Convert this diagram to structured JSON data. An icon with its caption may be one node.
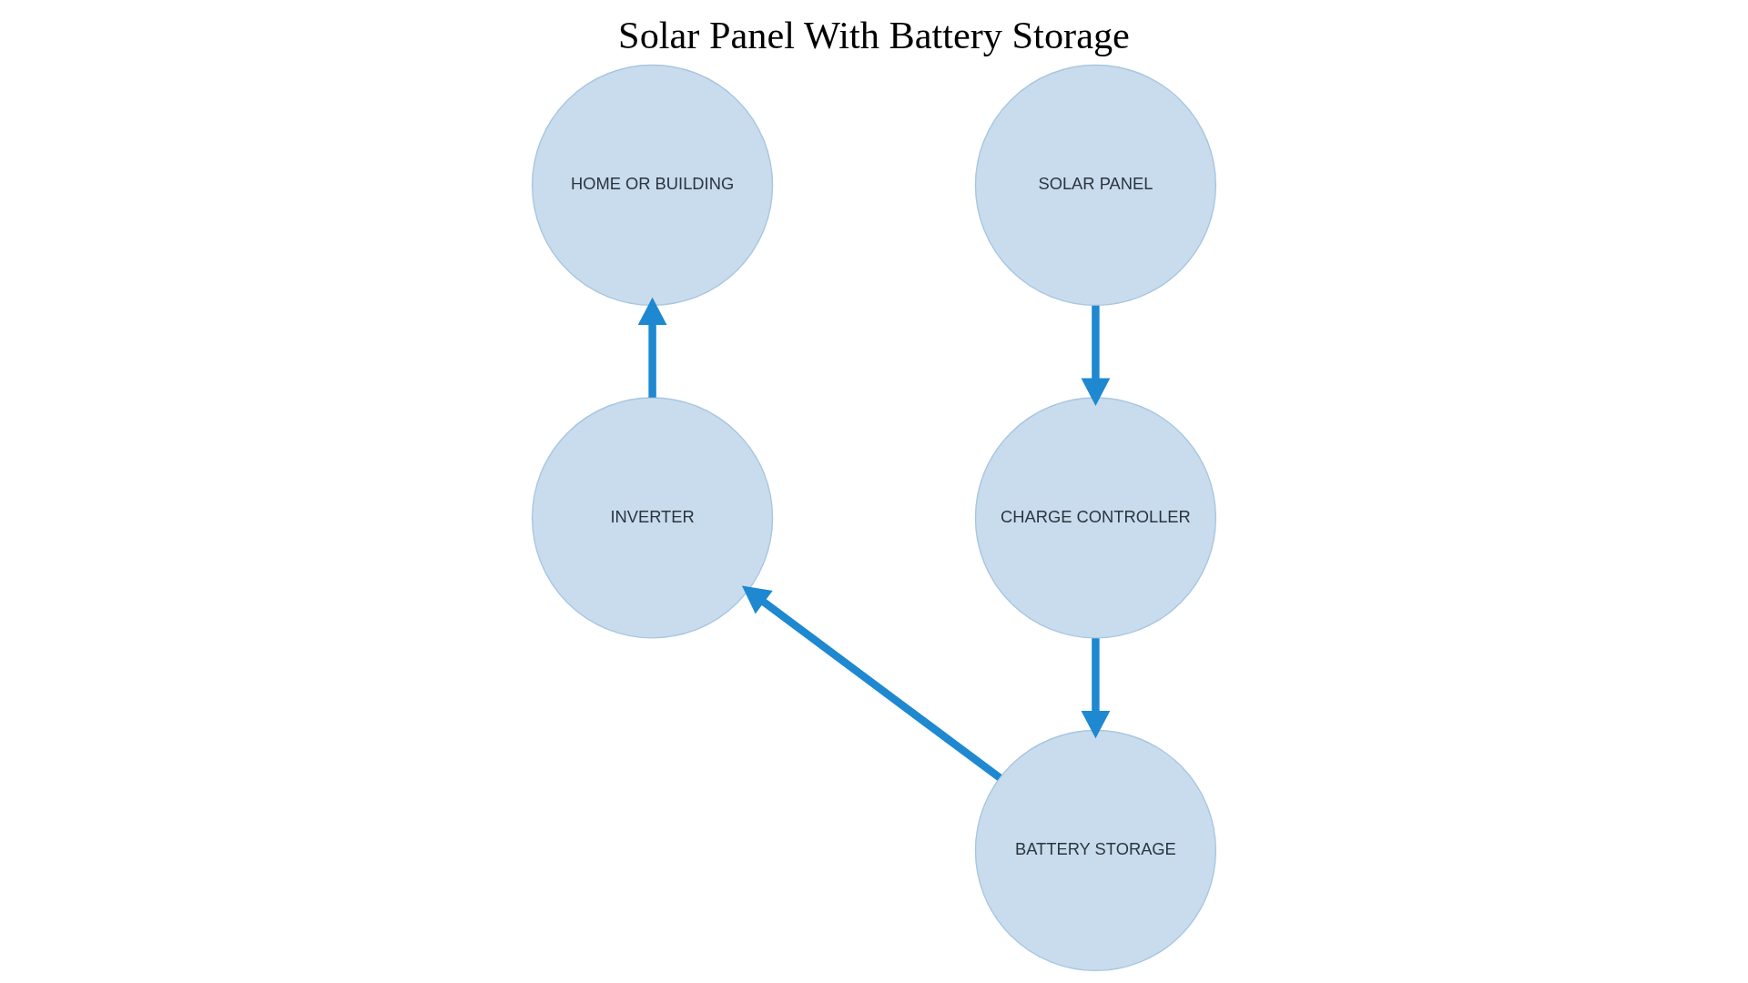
{
  "diagram": {
    "title": "Solar Panel With Battery Storage",
    "nodes": [
      {
        "text": [
          "HOME OR BUILDING"
        ]
      },
      {
        "text": [
          "SOLAR PANEL"
        ]
      },
      {
        "text": [
          "INVERTER"
        ]
      },
      {
        "text": [
          "CHARGE CONTROLLER"
        ]
      },
      {
        "text": [
          "BATTERY STORAGE"
        ]
      }
    ],
    "edges": [
      {
        "from": 1,
        "to": 3,
        "arrow": "to"
      },
      {
        "from": 3,
        "to": 4,
        "arrow": "to"
      },
      {
        "from": 4,
        "to": 2,
        "arrow": "to"
      },
      {
        "from": 2,
        "to": 0,
        "arrow": "to"
      }
    ]
  }
}
